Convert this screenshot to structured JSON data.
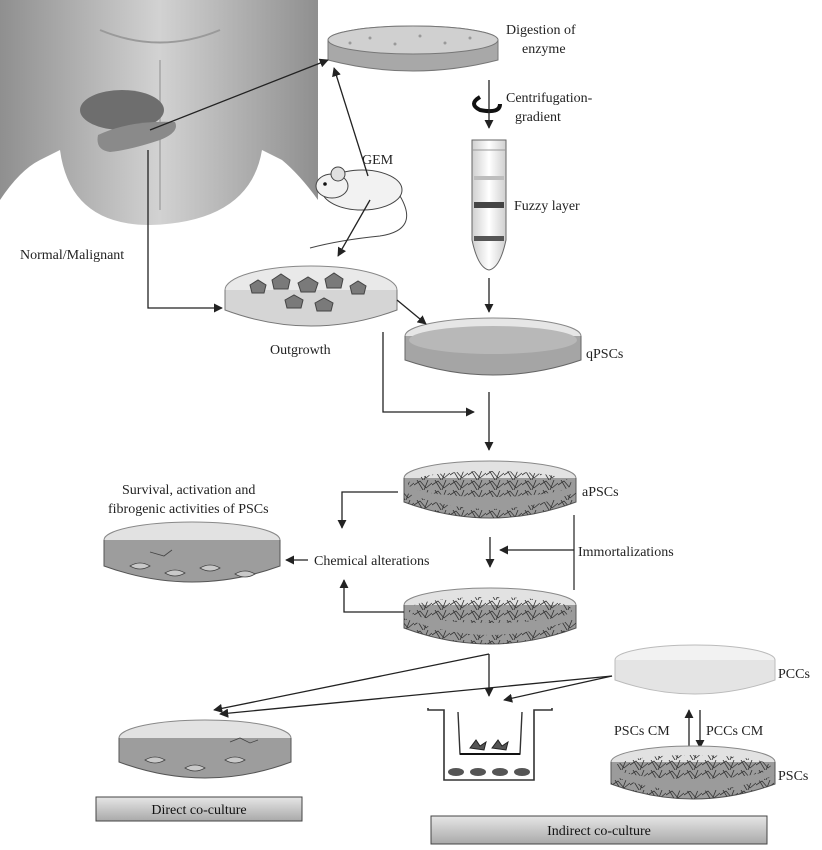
{
  "labels": {
    "digestion": [
      "Digestion of",
      "enzyme"
    ],
    "centrifugation": [
      "Centrifugation-",
      "gradient"
    ],
    "gem": "GEM",
    "fuzzy_layer": "Fuzzy layer",
    "normal_malignant": "Normal/Malignant",
    "outgrowth": "Outgrowth",
    "qpscs": "qPSCs",
    "apscs": "aPSCs",
    "survival": [
      "Survival, activation and",
      "fibrogenic activities of PSCs"
    ],
    "chemical_alterations": "Chemical alterations",
    "immortalizations": "Immortalizations",
    "pccs": "PCCs",
    "pscs_cm": "PSCs CM",
    "pccs_cm": "PCCs CM",
    "pscs": "PSCs",
    "direct_coculture": "Direct co-culture",
    "indirect_coculture": "Indirect co-culture"
  },
  "colors": {
    "dish_rim": "#d9d9d9",
    "dish_medium": "#9a9a9a",
    "cells_dark": "#5a5a5a",
    "body_skin": "#bdbdbd",
    "banner_fill": "#c8c8c8"
  },
  "icons": [
    "human-torso-icon",
    "mouse-icon",
    "centrifuge-rotation-icon",
    "conical-tube-icon",
    "transwell-insert-icon"
  ]
}
